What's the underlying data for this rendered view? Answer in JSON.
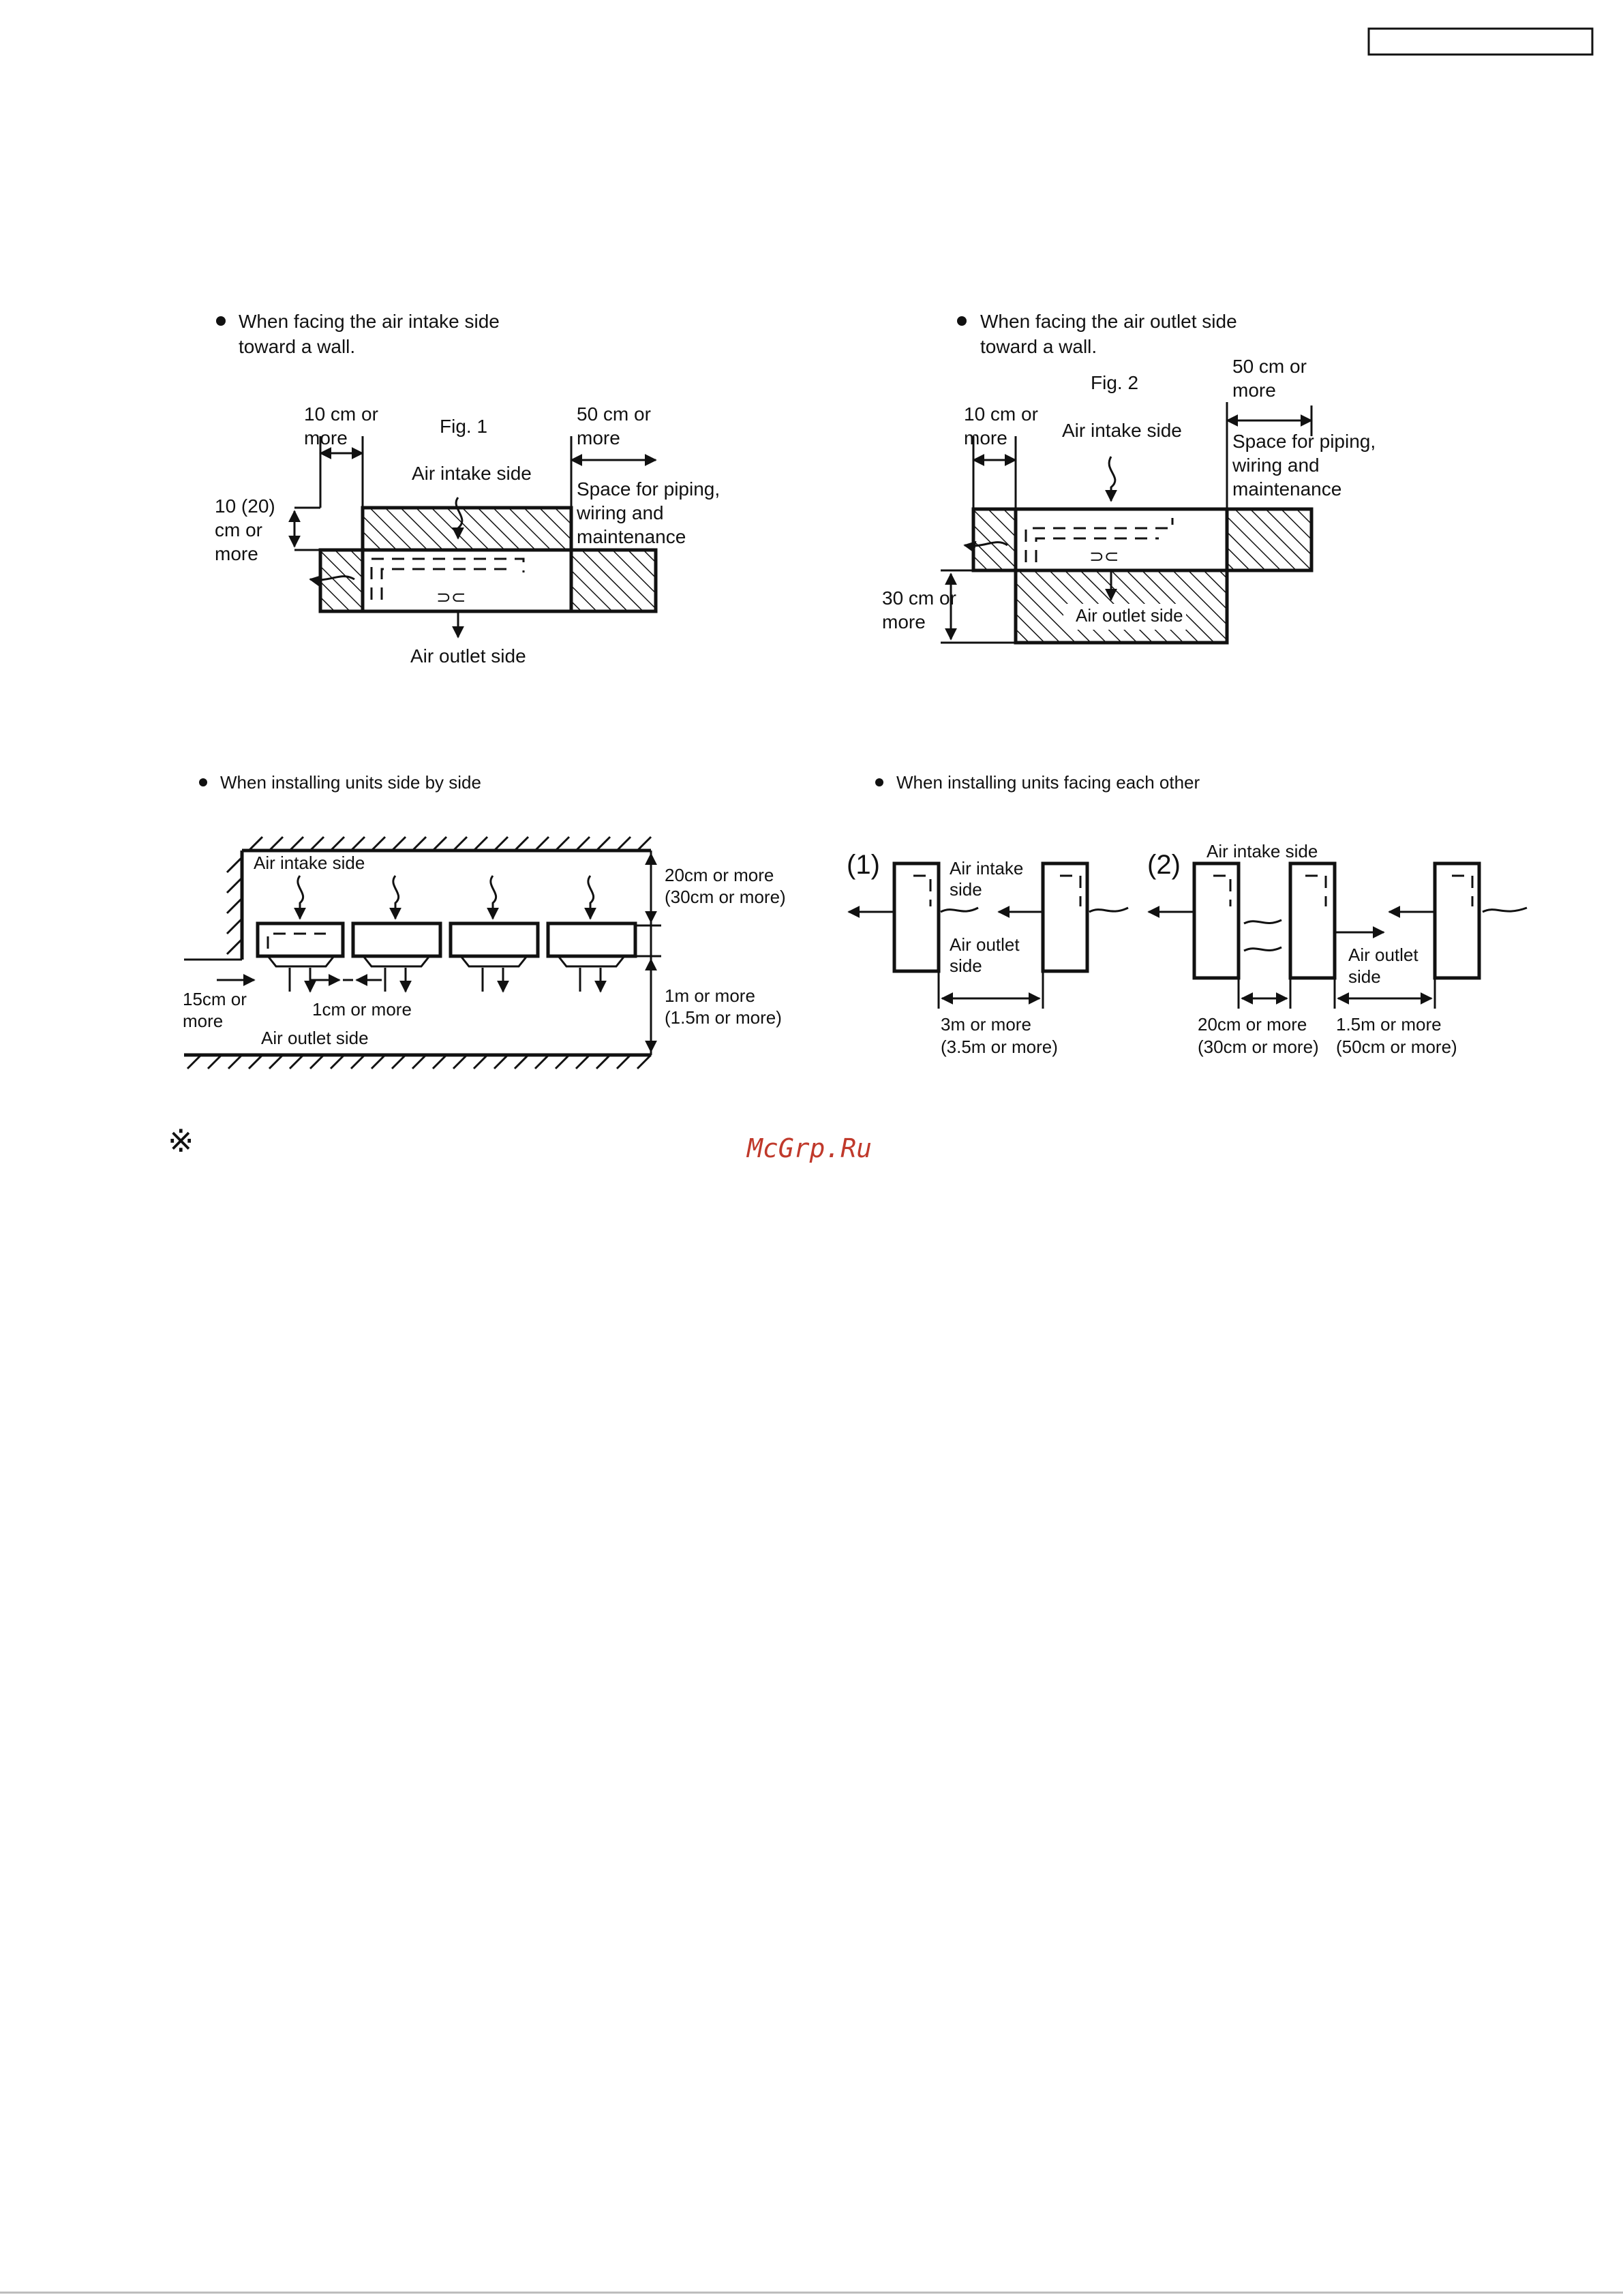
{
  "fig1": {
    "bullet": "When facing the air intake side",
    "bullet2": "toward a wall.",
    "title": "Fig. 1",
    "left_gap": [
      "10 cm or",
      "more"
    ],
    "right_gap": [
      "50 cm or",
      "more"
    ],
    "wall_gap": [
      "10 (20)",
      "cm or",
      "more"
    ],
    "intake": "Air intake side",
    "space": [
      "Space for piping,",
      "wiring and",
      "maintenance"
    ],
    "outlet": "Air outlet side"
  },
  "fig2": {
    "bullet": "When facing the air outlet side",
    "bullet2": "toward a wall.",
    "title": "Fig. 2",
    "left_gap": [
      "10 cm or",
      "more"
    ],
    "right_gap": [
      "50 cm or",
      "more"
    ],
    "wall_gap": [
      "30 cm or",
      "more"
    ],
    "intake": "Air intake side",
    "space": [
      "Space for piping,",
      "wiring and",
      "maintenance"
    ],
    "outlet": "Air outlet side"
  },
  "fig3": {
    "bullet": "When installing units side by side",
    "intake": "Air intake side",
    "top_gap": [
      "20cm or more",
      "(30cm or more)"
    ],
    "end_gap": [
      "15cm or",
      "more"
    ],
    "between_gap": "1cm or more",
    "bottom_gap": [
      "1m or more",
      "(1.5m or more)"
    ],
    "outlet": "Air outlet side"
  },
  "fig4": {
    "bullet": "When installing units facing each other",
    "case1": "(1)",
    "case2": "(2)",
    "intake1": [
      "Air intake",
      "side"
    ],
    "outlet1": [
      "Air outlet",
      "side"
    ],
    "gap1": [
      "3m or more",
      "(3.5m or more)"
    ],
    "intake2": "Air intake side",
    "outlet2": [
      "Air outlet",
      "side"
    ],
    "gap2": [
      "20cm or more",
      "(30cm or more)"
    ],
    "gap3": [
      "1.5m or more",
      "(50cm or more)"
    ]
  },
  "note_mark": "※",
  "watermark": "McGrp.Ru"
}
